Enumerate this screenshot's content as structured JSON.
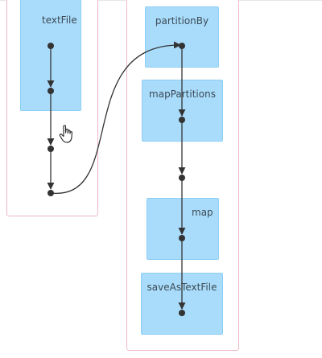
{
  "stages": [
    {
      "name": "stage-left",
      "operations": [
        {
          "label": "textFile"
        }
      ]
    },
    {
      "name": "stage-right",
      "operations": [
        {
          "label": "partitionBy"
        },
        {
          "label": "mapPartitions"
        },
        {
          "label": "map"
        },
        {
          "label": "saveAsTextFile"
        }
      ]
    }
  ],
  "colors": {
    "op_fill": "#a9dcfb",
    "stage_border": "#f0b8c4",
    "edge": "#333333"
  },
  "cursor_icon": "hand-pointer-icon"
}
